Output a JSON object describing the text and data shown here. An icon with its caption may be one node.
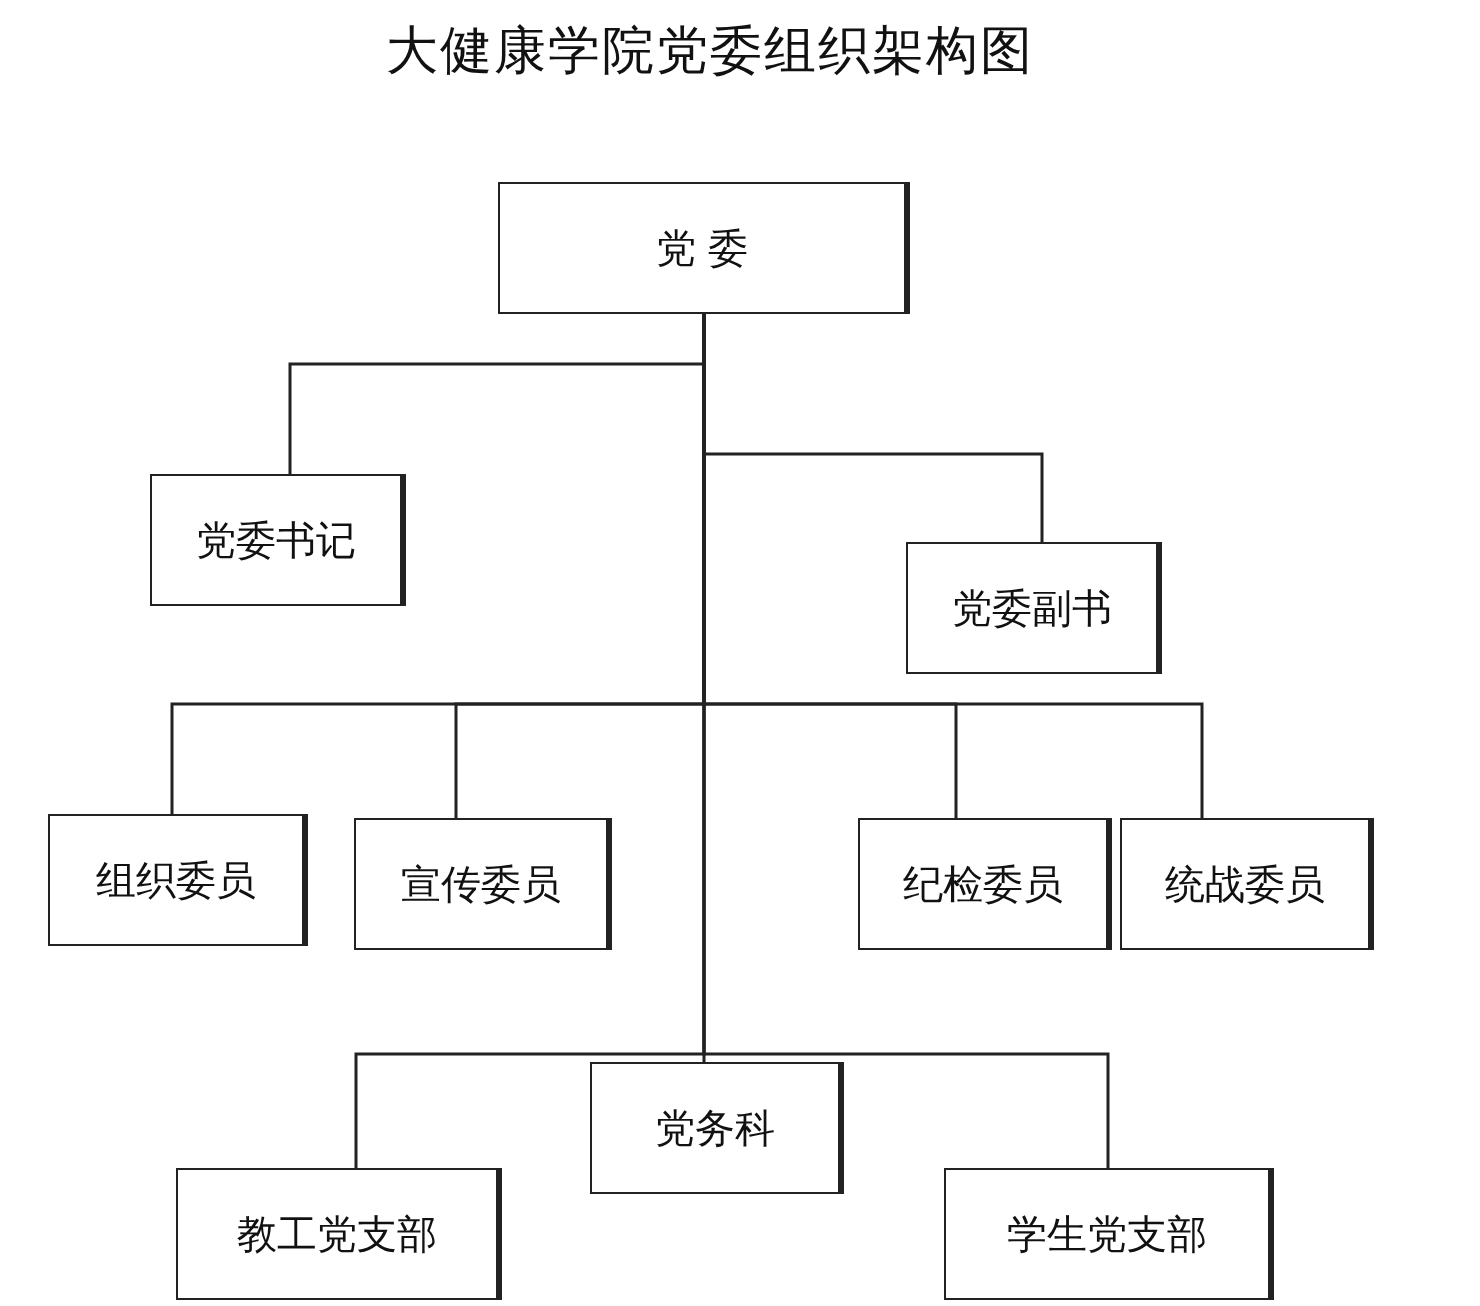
{
  "diagram": {
    "title": "大健康学院党委组织架构图",
    "nodes": [
      {
        "text": [
          "党 委"
        ]
      },
      {
        "text": [
          "党委书记"
        ]
      },
      {
        "text": [
          "党委副书"
        ]
      },
      {
        "text": [
          "组织委员"
        ]
      },
      {
        "text": [
          "宣传委员"
        ]
      },
      {
        "text": [
          "纪检委员"
        ]
      },
      {
        "text": [
          "统战委员"
        ]
      },
      {
        "text": [
          "党务科"
        ]
      },
      {
        "text": [
          "教工党支部"
        ]
      },
      {
        "text": [
          "学生党支部"
        ]
      }
    ],
    "edges": [
      {
        "from": 0,
        "to": 1,
        "arrow": "none"
      },
      {
        "from": 0,
        "to": 2,
        "arrow": "none"
      },
      {
        "from": 0,
        "to": 3,
        "arrow": "none"
      },
      {
        "from": 0,
        "to": 4,
        "arrow": "none"
      },
      {
        "from": 0,
        "to": 5,
        "arrow": "none"
      },
      {
        "from": 0,
        "to": 6,
        "arrow": "none"
      },
      {
        "from": 0,
        "to": 7,
        "arrow": "none"
      },
      {
        "from": 0,
        "to": 8,
        "arrow": "none"
      },
      {
        "from": 0,
        "to": 9,
        "arrow": "none"
      }
    ]
  }
}
